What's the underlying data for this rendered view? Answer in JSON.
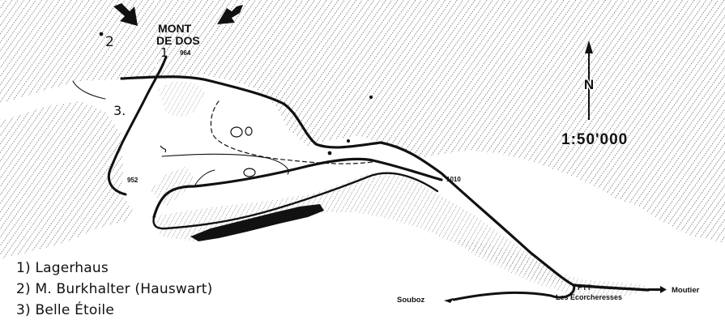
{
  "map": {
    "place_labels": {
      "mont_de_dos_line1": "MONT",
      "mont_de_dos_line2": "DE DOS",
      "elev_964": "964",
      "elev_952": "952",
      "elev_1010": "1010",
      "ptt": "PTT",
      "les_ecorcheresses": "Les Ecorcheresses",
      "souboz": "Souboz",
      "moutier": "Moutier"
    },
    "markers": {
      "m1": "1",
      "m2": "2",
      "m3": "3."
    },
    "north_label": "N",
    "scale": "1:50'000",
    "legend": [
      "1) Lagerhaus",
      "2) M. Burkhalter (Hauswart)",
      "3) Belle Étoile"
    ],
    "icons": {
      "north": "north-arrow-icon",
      "pointer": "arrow-pointer-icon"
    },
    "colors": {
      "ink": "#111111",
      "paper": "#ffffff"
    }
  }
}
